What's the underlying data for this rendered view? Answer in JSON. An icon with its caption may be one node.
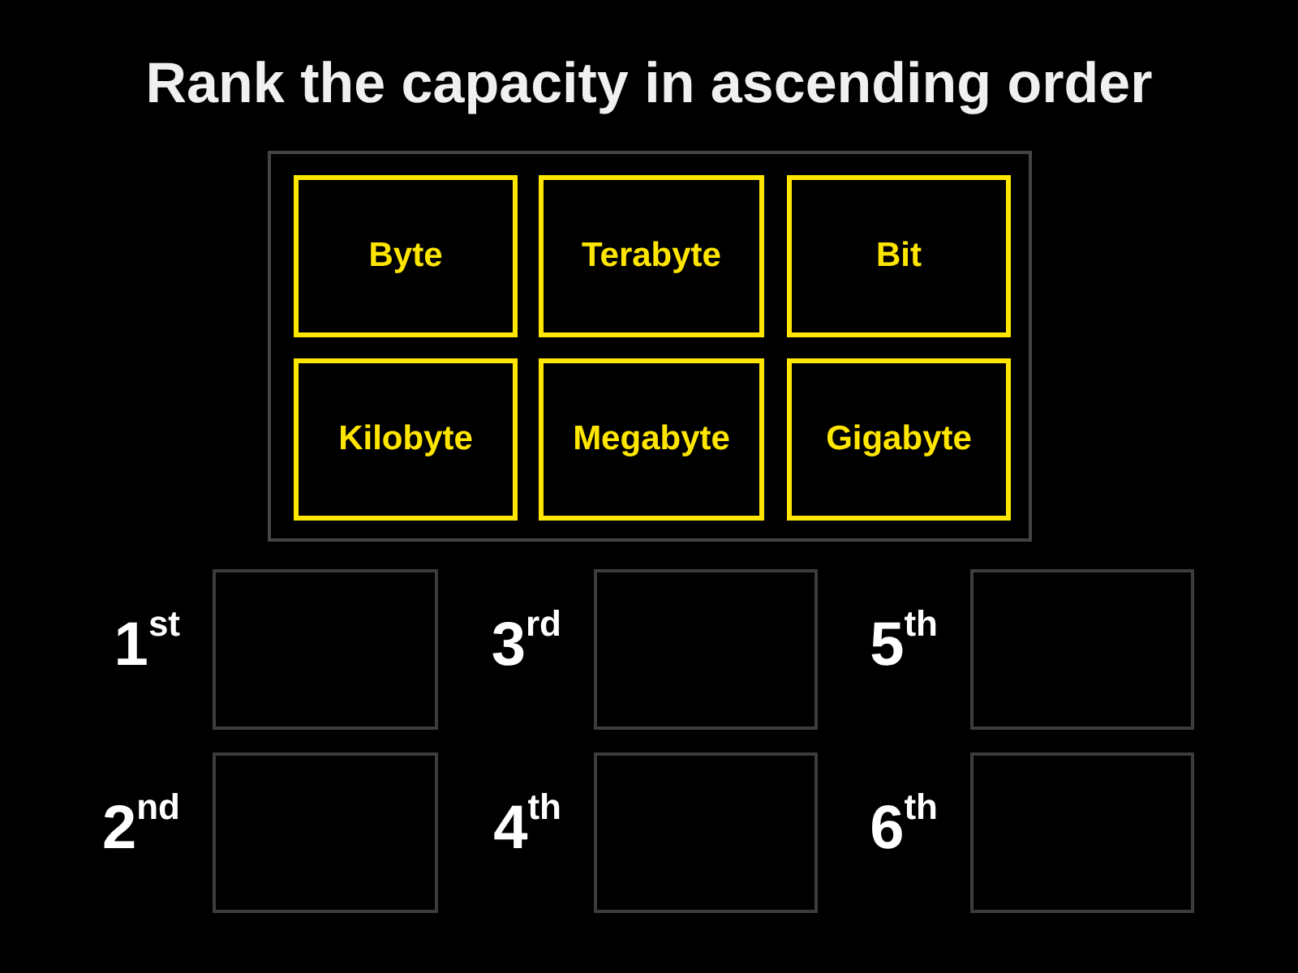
{
  "diagram": {
    "title": "Rank the capacity in ascending order",
    "nodes": [
      {
        "text": [],
        "shape": "box"
      },
      {
        "text": [
          "Byte"
        ],
        "in": 0
      },
      {
        "text": [
          "Terabyte"
        ],
        "in": 0
      },
      {
        "text": [
          "Bit"
        ],
        "in": 0
      },
      {
        "text": [
          "Kilobyte"
        ],
        "in": 0
      },
      {
        "text": [
          "Megabyte"
        ],
        "in": 0
      },
      {
        "text": [
          "Gigabyte"
        ],
        "in": 0
      },
      {
        "text": [],
        "shape": "box",
        "beside": [
          "1$^{st}$"
        ]
      },
      {
        "text": [],
        "shape": "box",
        "beside": [
          "3$^{rd}$"
        ]
      },
      {
        "text": [],
        "shape": "box",
        "beside": [
          "5$^{th}$"
        ]
      },
      {
        "text": [],
        "shape": "box",
        "beside": [
          "2$^{nd}$"
        ]
      },
      {
        "text": [],
        "shape": "box",
        "beside": [
          "4$^{th}$"
        ]
      },
      {
        "text": [],
        "shape": "box",
        "beside": [
          "6$^{th}$"
        ]
      }
    ]
  }
}
